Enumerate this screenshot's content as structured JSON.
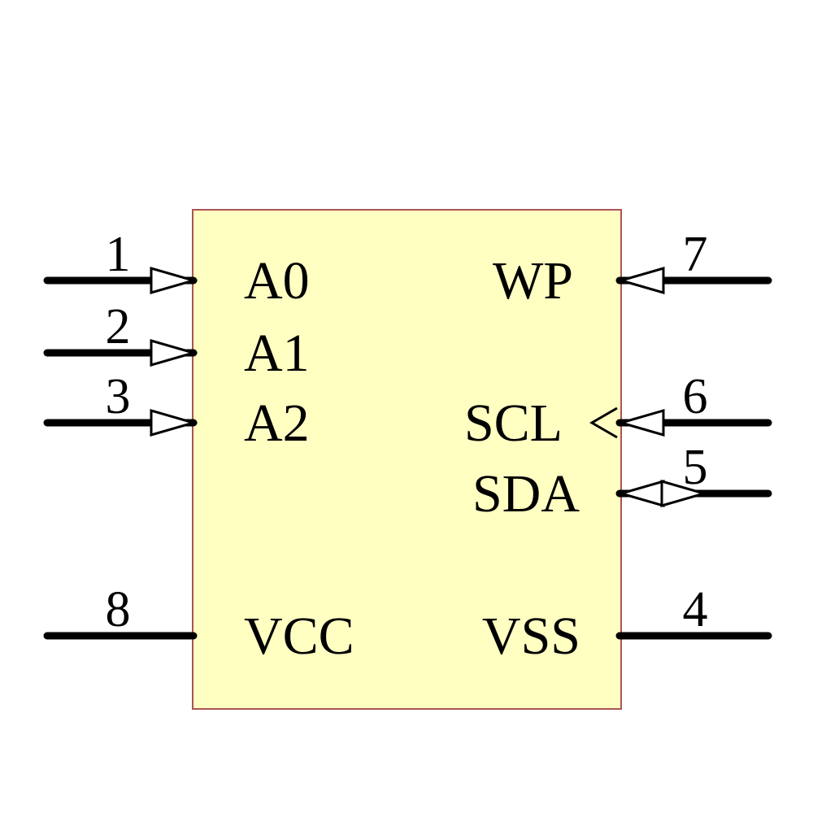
{
  "component": {
    "kind": "ic-schematic-symbol",
    "pin_count": 8
  },
  "colors": {
    "body_fill": "#FFFFC2",
    "body_border": "#AA5555",
    "line": "#000000",
    "text": "#000000",
    "arrow_fill": "#FFFFFF"
  },
  "pins": {
    "left": [
      {
        "number": "1",
        "name": "A0",
        "direction": "input"
      },
      {
        "number": "2",
        "name": "A1",
        "direction": "input"
      },
      {
        "number": "3",
        "name": "A2",
        "direction": "input"
      },
      {
        "number": "8",
        "name": "VCC",
        "direction": "power"
      }
    ],
    "right": [
      {
        "number": "7",
        "name": "WP",
        "direction": "input"
      },
      {
        "number": "6",
        "name": "SCL",
        "direction": "clock-input"
      },
      {
        "number": "5",
        "name": "SDA",
        "direction": "bidirectional"
      },
      {
        "number": "4",
        "name": "VSS",
        "direction": "power"
      }
    ]
  }
}
